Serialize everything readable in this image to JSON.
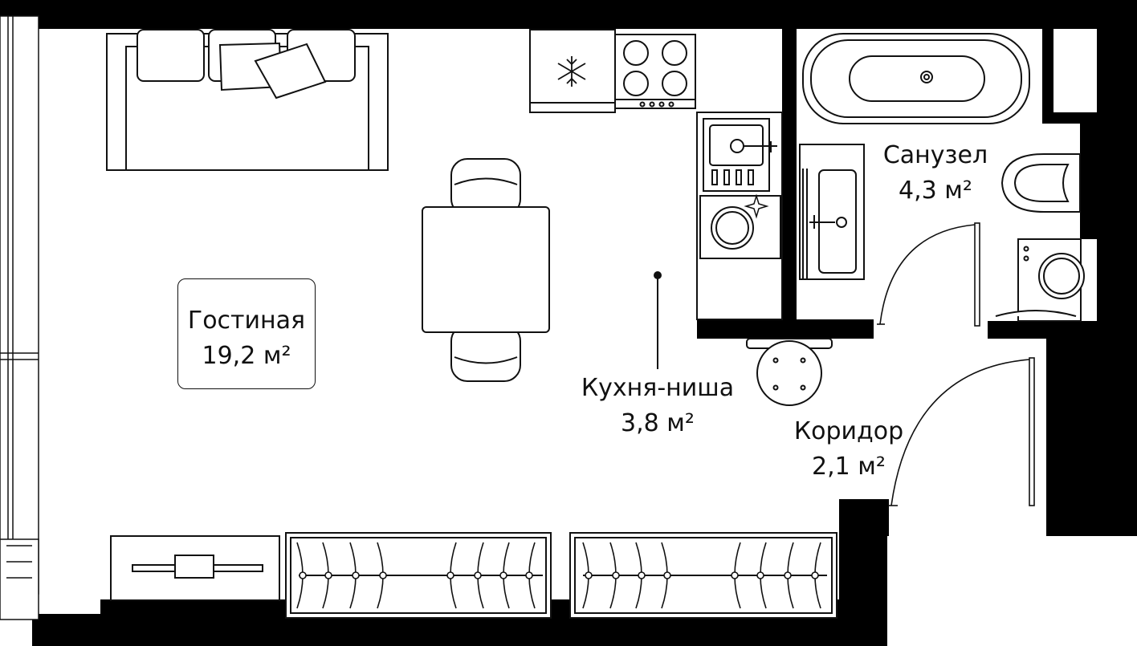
{
  "rooms": [
    {
      "id": "living",
      "name": "Гостиная",
      "area": "19,2 м²"
    },
    {
      "id": "kitchen",
      "name": "Кухня-ниша",
      "area": "3,8 м²"
    },
    {
      "id": "bathroom",
      "name": "Санузел",
      "area": "4,3 м²"
    },
    {
      "id": "corridor",
      "name": "Коридор",
      "area": "2,1 м²"
    }
  ],
  "colors": {
    "wall": "#000000",
    "line": "#111111",
    "background": "#ffffff"
  },
  "icons": [
    "snowflake-icon",
    "sparkle-icon"
  ]
}
